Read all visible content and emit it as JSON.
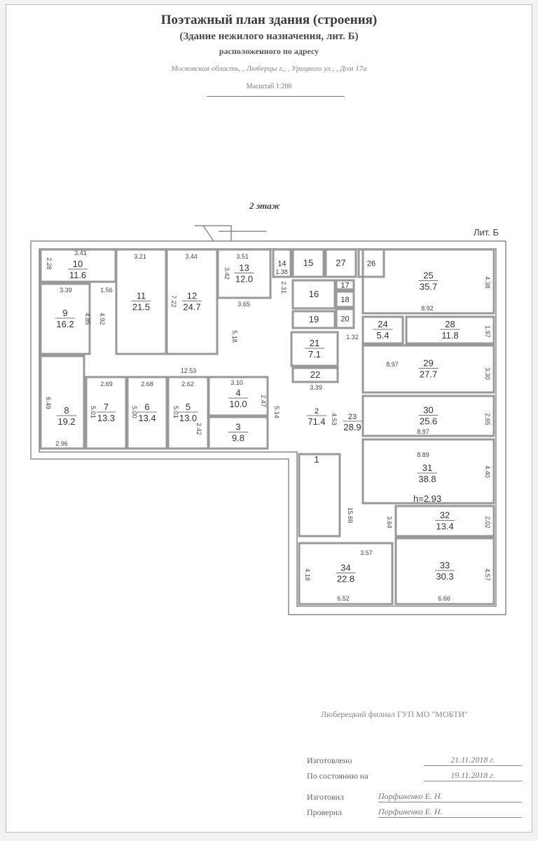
{
  "header": {
    "title": "Поэтажный план здания (строения)",
    "subtitle": "(Здание нежилого назначения, лит. Б)",
    "located": "расположенного по адресу",
    "address": "Московская область, , Люберцы г., , Урицкого ул., , Дом 17а",
    "scale": "Масштаб 1:200"
  },
  "plan": {
    "floor_label": "2 этаж",
    "building_letter": "Лит. Б",
    "ceiling_height": "h=2.93",
    "rooms": [
      {
        "no": "1",
        "area": ""
      },
      {
        "no": "2",
        "area": "71.4"
      },
      {
        "no": "3",
        "area": "9.8"
      },
      {
        "no": "4",
        "area": "10.0"
      },
      {
        "no": "5",
        "area": "13.0"
      },
      {
        "no": "6",
        "area": "13.4"
      },
      {
        "no": "7",
        "area": "13.3"
      },
      {
        "no": "8",
        "area": "19.2"
      },
      {
        "no": "9",
        "area": "16.2"
      },
      {
        "no": "10",
        "area": "11.6"
      },
      {
        "no": "11",
        "area": "21.5"
      },
      {
        "no": "12",
        "area": "24.7"
      },
      {
        "no": "13",
        "area": "12.0"
      },
      {
        "no": "14",
        "area": ""
      },
      {
        "no": "15",
        "area": ""
      },
      {
        "no": "16",
        "area": ""
      },
      {
        "no": "17",
        "area": ""
      },
      {
        "no": "18",
        "area": ""
      },
      {
        "no": "19",
        "area": ""
      },
      {
        "no": "20",
        "area": ""
      },
      {
        "no": "21",
        "area": "7.1"
      },
      {
        "no": "22",
        "area": ""
      },
      {
        "no": "23",
        "area": "28.9"
      },
      {
        "no": "24",
        "area": "5.4"
      },
      {
        "no": "25",
        "area": "35.7"
      },
      {
        "no": "26",
        "area": ""
      },
      {
        "no": "27",
        "area": ""
      },
      {
        "no": "28",
        "area": "11.8"
      },
      {
        "no": "29",
        "area": "27.7"
      },
      {
        "no": "30",
        "area": "25.6"
      },
      {
        "no": "31",
        "area": "38.8"
      },
      {
        "no": "32",
        "area": "13.4"
      },
      {
        "no": "33",
        "area": "30.3"
      },
      {
        "no": "34",
        "area": "22.8"
      }
    ],
    "dimensions": [
      "3.41",
      "2.28",
      "3.21",
      "3.44",
      "3.51",
      "3.42",
      "1.38",
      "2.31",
      "3.65",
      "5.18",
      "3.39",
      "1.56",
      "4.85",
      "4.92",
      "7.22",
      "12.53",
      "2.69",
      "2.68",
      "2.62",
      "3.10",
      "2.47",
      "5.14",
      "2.42",
      "5.01",
      "5.00",
      "5.01",
      "6.49",
      "2.96",
      "3.39",
      "4.53",
      "1.32",
      "4.38",
      "8.92",
      "1.97",
      "8.97",
      "3.30",
      "2.65",
      "8.97",
      "8.89",
      "4.40",
      "2.02",
      "3.64",
      "15.69",
      "3.57",
      "4.18",
      "6.52",
      "6.66",
      "4.57"
    ]
  },
  "footer": {
    "organization": "Люберецкий филиал ГУП МО \"МОБТИ\"",
    "made_label": "Изготовлено",
    "made_date": "21.11.2018 г.",
    "state_label": "По состоянию на",
    "state_date": "19.11.2018 г.",
    "made_by_label": "Изготовил",
    "made_by": "Порфиненко Е. Н.",
    "checked_label": "Проверил",
    "checked_by": "Порфиненко Е. Н."
  }
}
